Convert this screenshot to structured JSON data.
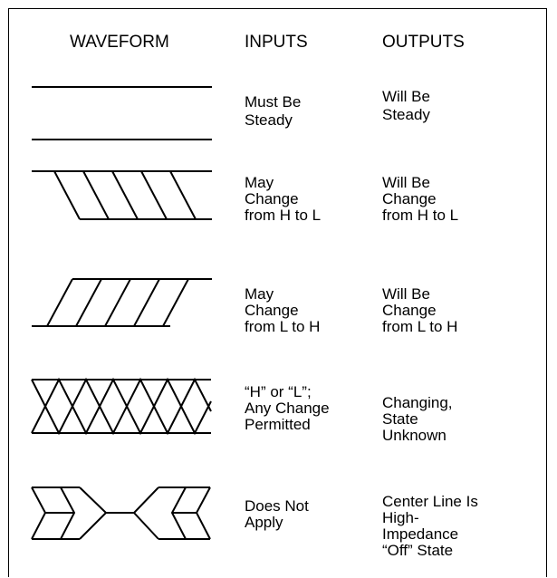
{
  "headers": {
    "waveform": "WAVEFORM",
    "inputs": "INPUTS",
    "outputs": "OUTPUTS"
  },
  "rows": [
    {
      "waveform_icon": "steady-waveform-icon",
      "input": "Must Be\nSteady",
      "output": "Will Be\nSteady"
    },
    {
      "waveform_icon": "change-h-to-l-waveform-icon",
      "input": "May\nChange\nfrom H to L",
      "output": "Will Be\nChange\nfrom H to L"
    },
    {
      "waveform_icon": "change-l-to-h-waveform-icon",
      "input": "May\nChange\nfrom L to H",
      "output": "Will Be\nChange\nfrom L to H"
    },
    {
      "waveform_icon": "any-change-waveform-icon",
      "input": "“H” or “L”;\nAny Change\nPermitted",
      "output": "Changing,\nState\nUnknown"
    },
    {
      "waveform_icon": "high-impedance-waveform-icon",
      "input": "Does Not\nApply",
      "output": "Center Line Is\nHigh-\nImpedance\n“Off” State"
    }
  ]
}
